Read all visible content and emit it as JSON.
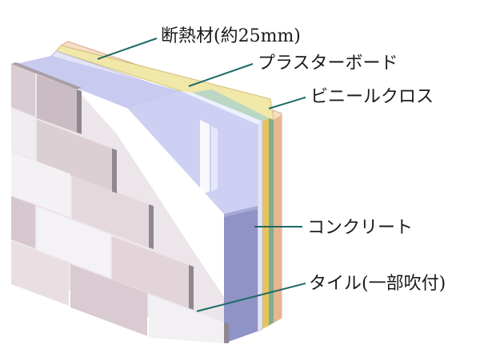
{
  "labels": {
    "insulation": "断熱材(約25mm)",
    "plasterboard": "プラスターボード",
    "vinyl_cloth": "ビニールクロス",
    "concrete": "コンクリート",
    "tile": "タイル(一部吹付)"
  },
  "colors": {
    "leader_line": "#1e6b66",
    "tile_front_a": "#f3f0f4",
    "tile_front_b": "#e6dcdf",
    "tile_front_c": "#d2c3c9",
    "tile_joint": "#b9adb3",
    "concrete_face": "#b6b8e4",
    "concrete_side": "#8f93c6",
    "insulation": "#d8d9f0",
    "plasterboard": "#f1e7a8",
    "vinyl_cloth": "#f5ddc6",
    "vinyl_edge": "#e1b08f"
  }
}
